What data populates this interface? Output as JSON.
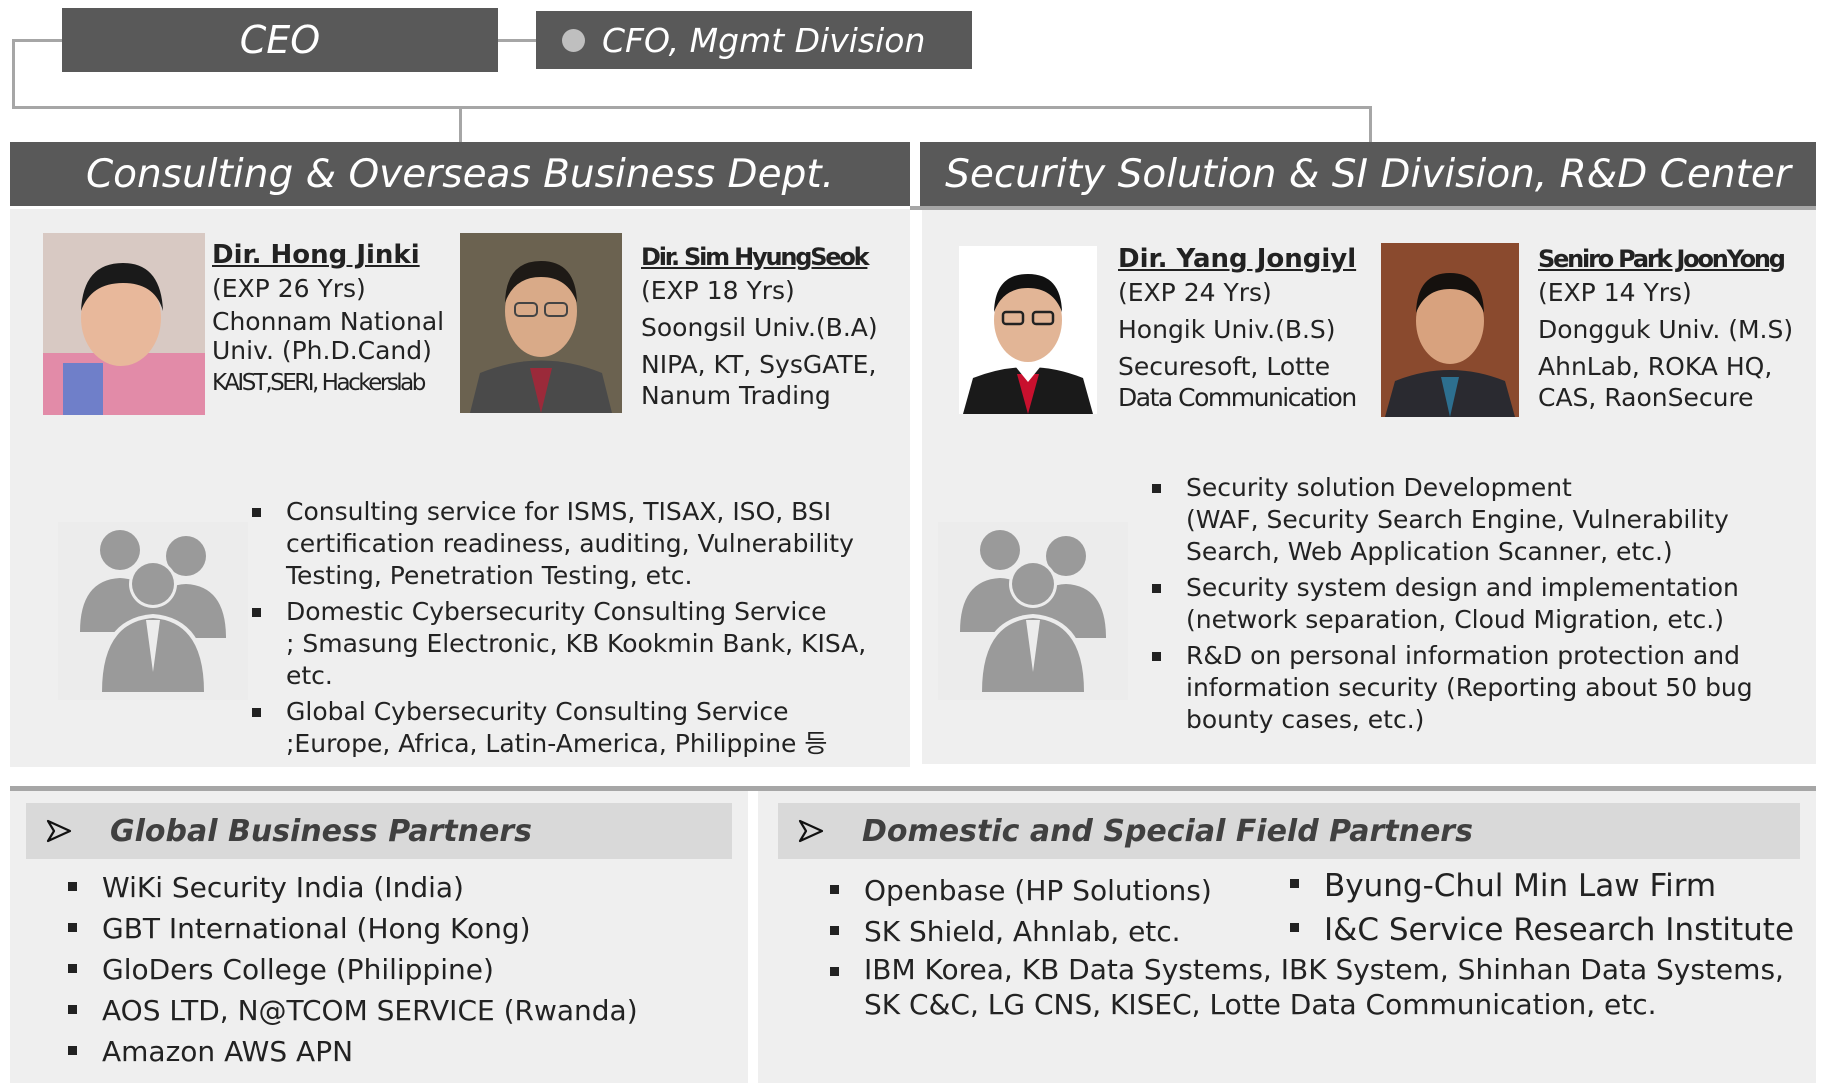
{
  "top": {
    "ceo": "CEO",
    "cfo": "CFO, Mgmt Division"
  },
  "depts": {
    "left": "Consulting & Overseas Business Dept.",
    "right": "Security Solution & SI Division, R&D Center"
  },
  "people": [
    {
      "name": "Dir. Hong Jinki",
      "lines": [
        "(EXP 26 Yrs)",
        "Chonnam National",
        "Univ. (Ph.D.Cand)",
        "KAIST,SERI, Hackerslab"
      ]
    },
    {
      "name": "Dir. Sim HyungSeok",
      "lines": [
        "(EXP 18 Yrs)",
        "Soongsil Univ.(B.A)",
        "NIPA, KT, SysGATE,",
        "Nanum Trading"
      ]
    },
    {
      "name": "Dir. Yang Jongiyl",
      "lines": [
        "(EXP 24 Yrs)",
        "Hongik Univ.(B.S)",
        "Securesoft, Lotte",
        "Data Communication"
      ]
    },
    {
      "name": "Seniro Park JoonYong",
      "lines": [
        "(EXP 14 Yrs)",
        "Dongguk Univ. (M.S)",
        "AhnLab, ROKA HQ,",
        "CAS, RaonSecure"
      ]
    }
  ],
  "services_left": [
    [
      "Consulting service for ISMS, TISAX, ISO, BSI",
      "certification readiness, auditing, Vulnerability",
      "Testing, Penetration Testing,  etc."
    ],
    [
      "Domestic Cybersecurity Consulting Service",
      "; Smasung Electronic, KB Kookmin Bank, KISA, etc."
    ],
    [
      "Global Cybersecurity Consulting Service",
      ";Europe, Africa, Latin-America, Philippine 등"
    ]
  ],
  "services_right": [
    [
      "Security solution Development",
      "(WAF, Security Search Engine, Vulnerability",
      "Search, Web Application Scanner, etc.)"
    ],
    [
      "Security system design and implementation",
      "(network separation, Cloud Migration, etc.)"
    ],
    [
      "R&D on personal information protection and",
      "information security (Reporting about 50 bug",
      "bounty cases, etc.)"
    ]
  ],
  "partners": {
    "global_title": "Global Business Partners",
    "global": [
      "WiKi Security India (India)",
      "GBT International (Hong Kong)",
      "GloDers College (Philippine)",
      "AOS LTD, N@TCOM SERVICE (Rwanda)",
      "Amazon AWS APN"
    ],
    "domestic_title": "Domestic and Special Field Partners",
    "domestic_col1": [
      "Openbase (HP Solutions)",
      "SK Shield, Ahnlab, etc."
    ],
    "domestic_col2": [
      "Byung-Chul Min Law Firm",
      "I&C Service Research Institute"
    ],
    "domestic_wide": [
      "IBM Korea, KB Data Systems, IBK System, Shinhan Data Systems,",
      "SK C&C, LG CNS, KISEC, Lotte Data Communication, etc."
    ]
  },
  "colors": {
    "dark_box": "#595959",
    "panel": "#efefef",
    "connector": "#a6a6a6",
    "partner_head": "#d9d9d9"
  }
}
